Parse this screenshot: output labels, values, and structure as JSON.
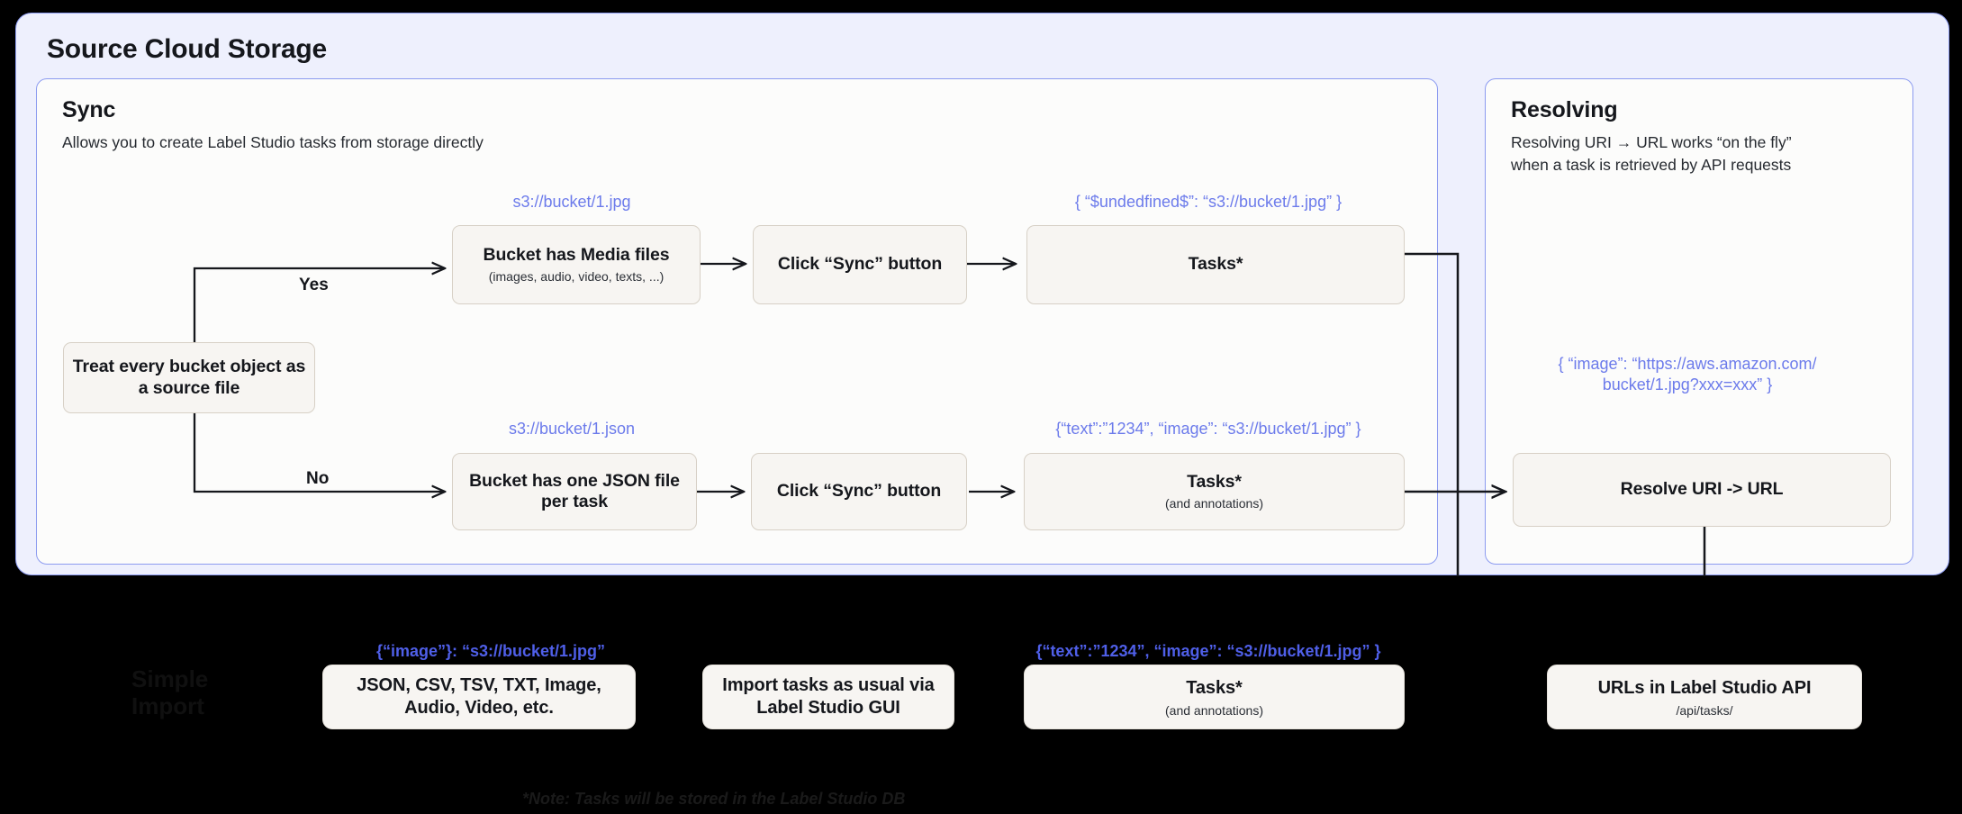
{
  "diagram": {
    "title": "Source Cloud Storage",
    "panels": {
      "sync": {
        "heading": "Sync",
        "subtitle": "Allows you to create Label Studio tasks from storage directly"
      },
      "resolving": {
        "heading": "Resolving",
        "subtitle": "Resolving URI → URL works “on the fly”\nwhen a task is retrieved by API requests"
      }
    },
    "nodes": {
      "decision": {
        "title": "Treat every bucket\nobject as a source file"
      },
      "media_bucket": {
        "title": "Bucket has Media files",
        "subtitle": "(images, audio, video, texts, ...)"
      },
      "sync_button_top": {
        "title": "Click “Sync” button"
      },
      "tasks_top": {
        "title": "Tasks*"
      },
      "json_bucket": {
        "title": "Bucket has one JSON\nfile per task"
      },
      "sync_button_bottom": {
        "title": "Click “Sync” button"
      },
      "tasks_bottom": {
        "title": "Tasks*",
        "subtitle": "(and annotations)"
      },
      "resolve_uri": {
        "title": "Resolve URI -> URL"
      },
      "formats": {
        "title": "JSON, CSV, TSV, TXT, Image,\nAudio, Video, etc."
      },
      "import_gui": {
        "title": "Import tasks as usual\nvia Label Studio GUI"
      },
      "tasks_import": {
        "title": "Tasks*",
        "subtitle": "(and annotations)"
      },
      "urls_api": {
        "title": "URLs in Label Studio API",
        "subtitle": "/api/tasks/"
      }
    },
    "edge_labels": {
      "yes": "Yes",
      "no": "No"
    },
    "annotations": {
      "uri_jpg": "s3://bucket/1.jpg",
      "tasks_top_payload": "{ “$undedfined$”: “s3://bucket/1.jpg” }",
      "uri_json": "s3://bucket/1.json",
      "tasks_bottom_payload": "{“text”:”1234”,  “image”: “s3://bucket/1.jpg” }",
      "resolved_url": "{ “image”: “https://aws.amazon.com/\nbucket/1.jpg?xxx=xxx” }",
      "import_payload": "{“image”}: “s3://bucket/1.jpg”",
      "tasks_import_payload": "{“text”:”1234”,  “image”: “s3://bucket/1.jpg” }"
    },
    "bottom": {
      "section_label": "Simple\nImport",
      "note": "*Note: Tasks will be stored in the Label Studio DB"
    },
    "colors": {
      "panel_bg": "#EEF0FD",
      "panel_border": "#8C9BF0",
      "card_bg": "#FCFCFB",
      "box_bg": "#F7F5F2",
      "box_border": "#D7D0C6",
      "accent_blue": "#6C7BEB",
      "dark_bg": "#000000",
      "text": "#15171C"
    }
  }
}
